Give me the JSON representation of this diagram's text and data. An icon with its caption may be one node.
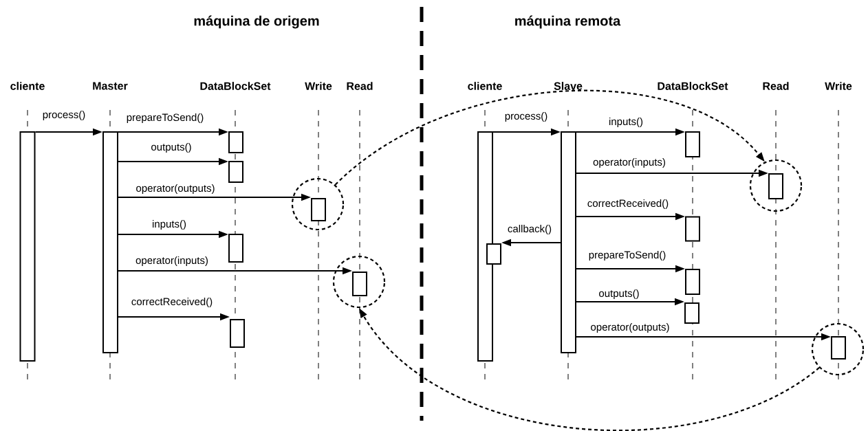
{
  "diagram": {
    "nodes": [
      {
        "text": [],
        "shape": "bar"
      },
      {
        "text": [],
        "shape": "bar"
      },
      {
        "text": [],
        "shape": "box"
      },
      {
        "text": [],
        "shape": "box"
      },
      {
        "text": [],
        "shape": "circle"
      },
      {
        "text": [],
        "shape": "box",
        "in": 4
      },
      {
        "text": [],
        "shape": "box"
      },
      {
        "text": [],
        "shape": "circle"
      },
      {
        "text": [],
        "shape": "box",
        "in": 7
      },
      {
        "text": [],
        "shape": "box"
      },
      {
        "text": [],
        "shape": "bar"
      },
      {
        "text": [],
        "shape": "bar"
      },
      {
        "text": [],
        "shape": "box"
      },
      {
        "text": [],
        "shape": "circle"
      },
      {
        "text": [],
        "shape": "box",
        "in": 13
      },
      {
        "text": [],
        "shape": "box"
      },
      {
        "text": [],
        "shape": "box"
      },
      {
        "text": [],
        "shape": "box"
      },
      {
        "text": [],
        "shape": "box"
      },
      {
        "text": [],
        "shape": "circle"
      },
      {
        "text": [],
        "shape": "box",
        "in": 19
      }
    ],
    "edges": [
      {
        "from": 0,
        "to": 1,
        "arrow": "to",
        "label": "process()"
      },
      {
        "from": 1,
        "to": 2,
        "arrow": "to",
        "label": "prepareToSend()"
      },
      {
        "from": 1,
        "to": 3,
        "arrow": "to",
        "label": "outputs()"
      },
      {
        "from": 1,
        "to": 5,
        "arrow": "to",
        "label": "operator(outputs)"
      },
      {
        "from": 1,
        "to": 6,
        "arrow": "to",
        "label": "inputs()"
      },
      {
        "from": 1,
        "to": 8,
        "arrow": "to",
        "label": "operator(inputs)"
      },
      {
        "from": 1,
        "to": 9,
        "arrow": "to",
        "label": "correctReceived()"
      },
      {
        "from": 10,
        "to": 11,
        "arrow": "to",
        "label": "process()"
      },
      {
        "from": 11,
        "to": 12,
        "arrow": "to",
        "label": "inputs()"
      },
      {
        "from": 11,
        "to": 14,
        "arrow": "to",
        "label": "operator(inputs)"
      },
      {
        "from": 11,
        "to": 15,
        "arrow": "to",
        "label": "correctReceived()"
      },
      {
        "from": 11,
        "to": 16,
        "arrow": "to",
        "label": "callback()"
      },
      {
        "from": 11,
        "to": 17,
        "arrow": "to",
        "label": "prepareToSend()"
      },
      {
        "from": 11,
        "to": 18,
        "arrow": "to",
        "label": "outputs()"
      },
      {
        "from": 11,
        "to": 20,
        "arrow": "to",
        "label": "operator(outputs)"
      },
      {
        "from": 4,
        "to": 13,
        "arrow": "to",
        "style": "dashed"
      },
      {
        "from": 19,
        "to": 7,
        "arrow": "to",
        "style": "dashed"
      }
    ],
    "labels": [
      "máquina de origem",
      "máquina remota",
      "cliente",
      "Master",
      "DataBlockSet",
      "Write",
      "Read",
      "cliente",
      "Slave",
      "DataBlockSet",
      "Read",
      "Write"
    ]
  }
}
